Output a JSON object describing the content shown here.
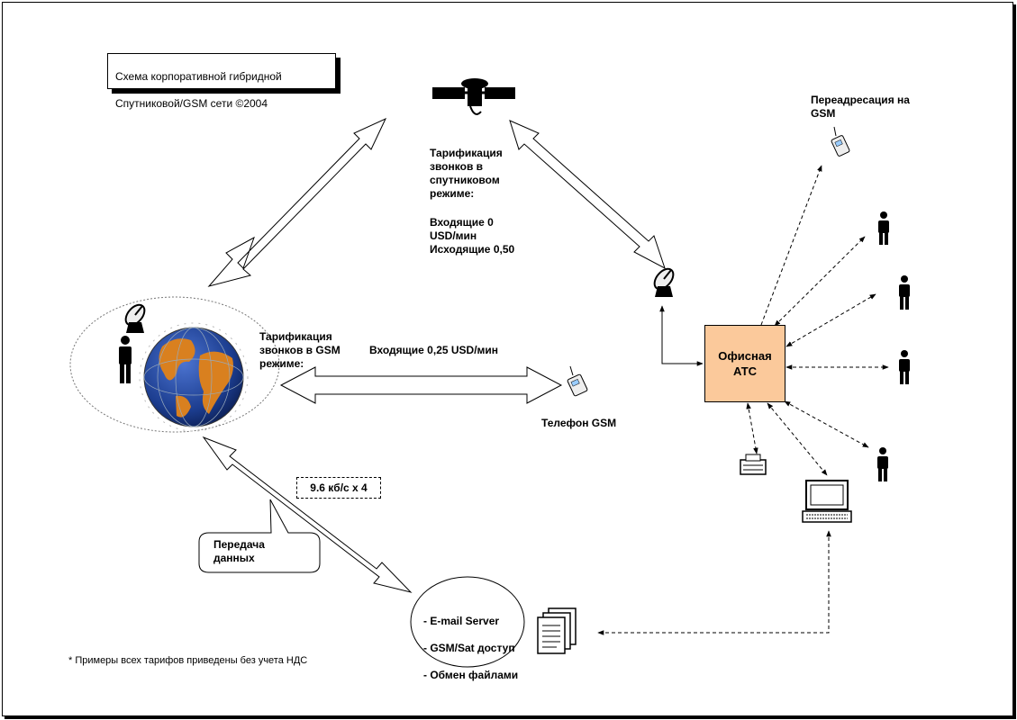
{
  "title": {
    "line1": "Схема корпоративной гибридной",
    "line2": "Спутниковой/GSM сети   ©2004"
  },
  "satellite_tariff": {
    "heading": "Тарификация\nзвонков в\nспутниковом\nрежиме:",
    "incoming": "Входящие     0\nUSD/мин",
    "outgoing": "Исходящие 0,50"
  },
  "gsm_tariff": {
    "heading": "Тарификация\nзвонков в GSM\nрежиме:",
    "incoming": "Входящие      0,25 USD/мин"
  },
  "gsm_phone_label": "Телефон GSM",
  "forwarding_label": "Переадресация на\nGSM",
  "pbx_label": "Офисная\nАТС",
  "data_rate_label": "9.6 кб/с x 4",
  "data_transfer_label": "Передача\nданных",
  "services": [
    "- E-mail Server",
    "- GSM/Sat доступ",
    "- Обмен файлами"
  ],
  "footnote": "* Примеры всех тарифов приведены без учета НДС",
  "colors": {
    "pbx_fill": "#fbc99b",
    "globe_ocean": "#1c3d8f",
    "globe_land": "#d9801f"
  },
  "icons": [
    "satellite-icon",
    "dish-antenna-icon",
    "person-icon",
    "globe-icon",
    "mobile-phone-icon",
    "fax-icon",
    "laptop-icon",
    "documents-icon"
  ]
}
